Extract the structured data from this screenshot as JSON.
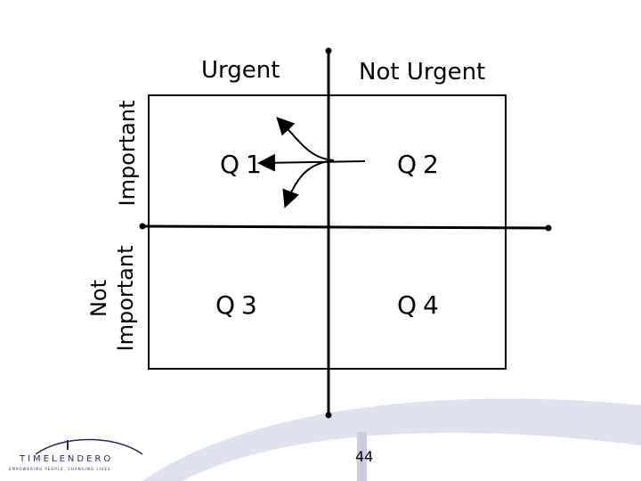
{
  "columns": {
    "urgent": "Urgent",
    "not_urgent": "Not Urgent"
  },
  "rows": {
    "important": "Important",
    "not_important_line1": "Not",
    "not_important_line2": "Important"
  },
  "quadrants": {
    "q1": "Q1",
    "q2": "Q2",
    "q3": "Q3",
    "q4": "Q4"
  },
  "page_number": "44",
  "logo": {
    "name": "TIMELENDERO",
    "tagline": "EMPOWERING PEOPLE, CHANGING LIVES"
  },
  "colors": {
    "line": "#000000",
    "swoosh": "#dfe2ee",
    "logo": "#1f2a5a"
  }
}
